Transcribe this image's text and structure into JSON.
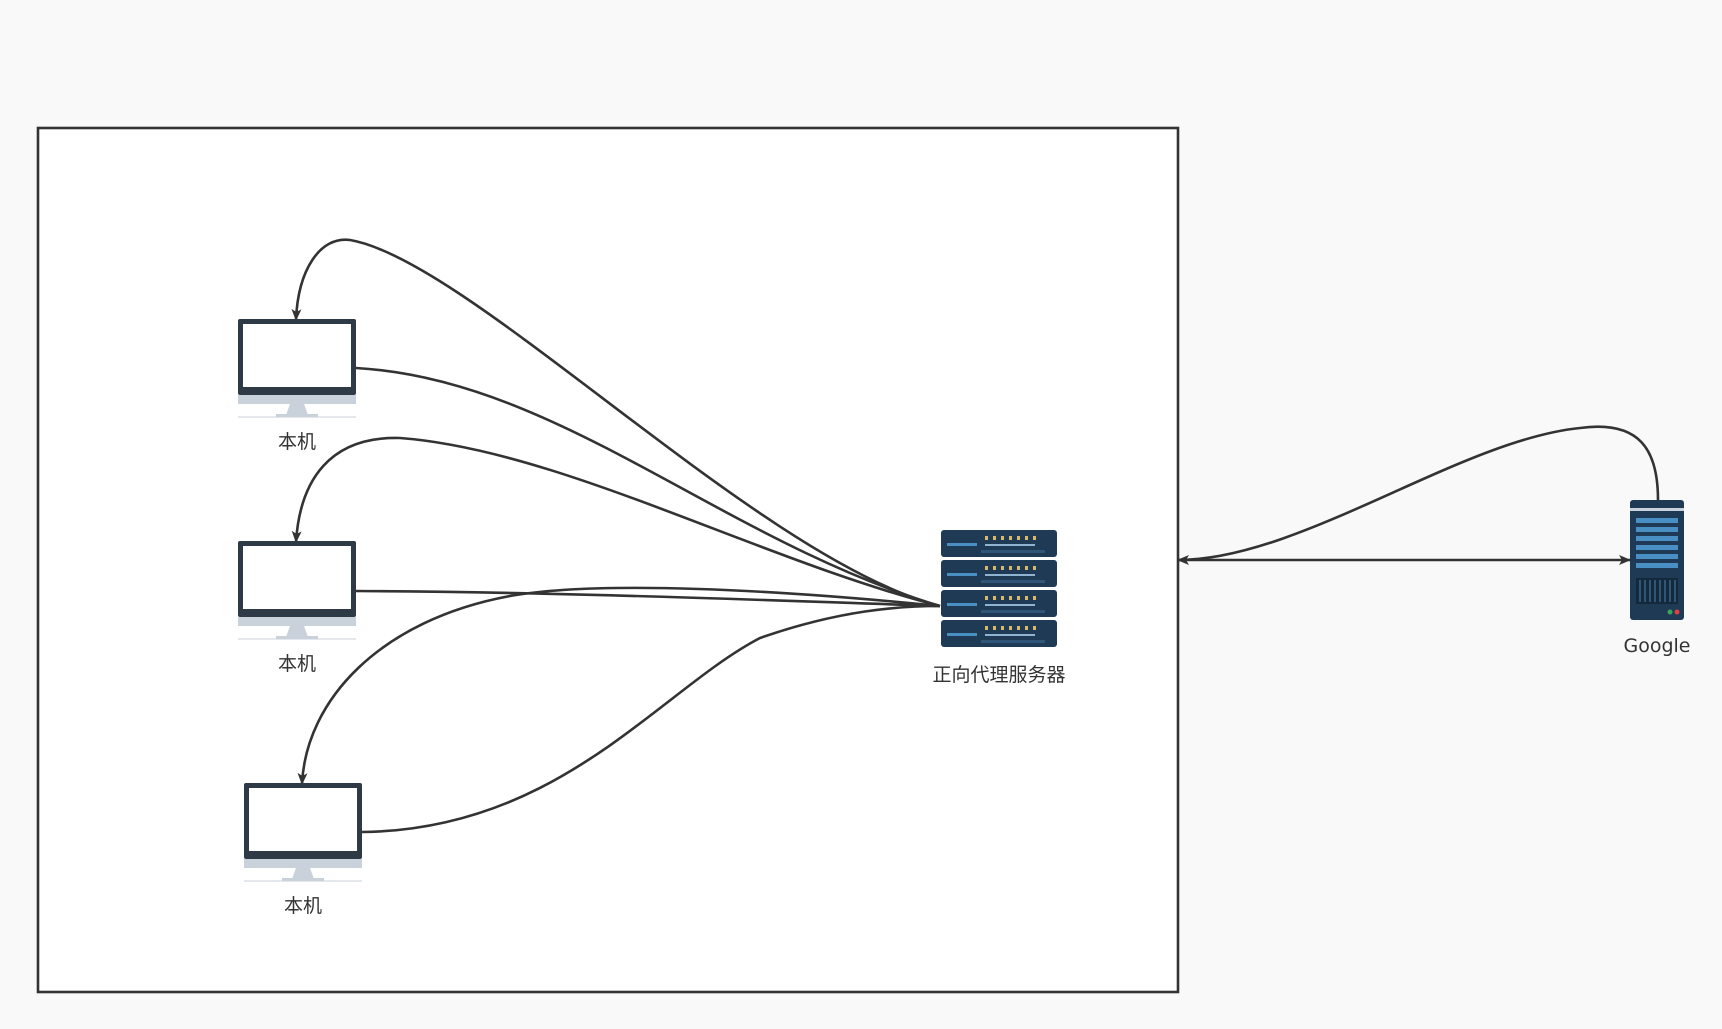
{
  "nodes": {
    "client_1": {
      "label": "本机",
      "icon": "monitor-icon"
    },
    "client_2": {
      "label": "本机",
      "icon": "monitor-icon"
    },
    "client_3": {
      "label": "本机",
      "icon": "monitor-icon"
    },
    "proxy": {
      "label": "正向代理服务器",
      "icon": "server-rack-icon"
    },
    "google": {
      "label": "Google",
      "icon": "server-tower-icon"
    }
  },
  "edges": [
    {
      "from": "client_1",
      "to": "proxy"
    },
    {
      "from": "proxy",
      "to": "client_1"
    },
    {
      "from": "client_2",
      "to": "proxy"
    },
    {
      "from": "proxy",
      "to": "client_2"
    },
    {
      "from": "client_3",
      "to": "proxy"
    },
    {
      "from": "proxy",
      "to": "client_3"
    },
    {
      "from": "local-network-boundary",
      "to": "google"
    },
    {
      "from": "google",
      "to": "local-network-boundary"
    }
  ],
  "colors": {
    "background": "#f9f9f9",
    "boundary_fill": "#ffffff",
    "line": "#333333",
    "monitor_bezel": "#2e3a46",
    "monitor_stand": "#c9d2da",
    "server_dark": "#1f3a54",
    "server_accent": "#4a8fc4",
    "server_led_green": "#3aa55a",
    "server_led_red": "#e04040"
  }
}
